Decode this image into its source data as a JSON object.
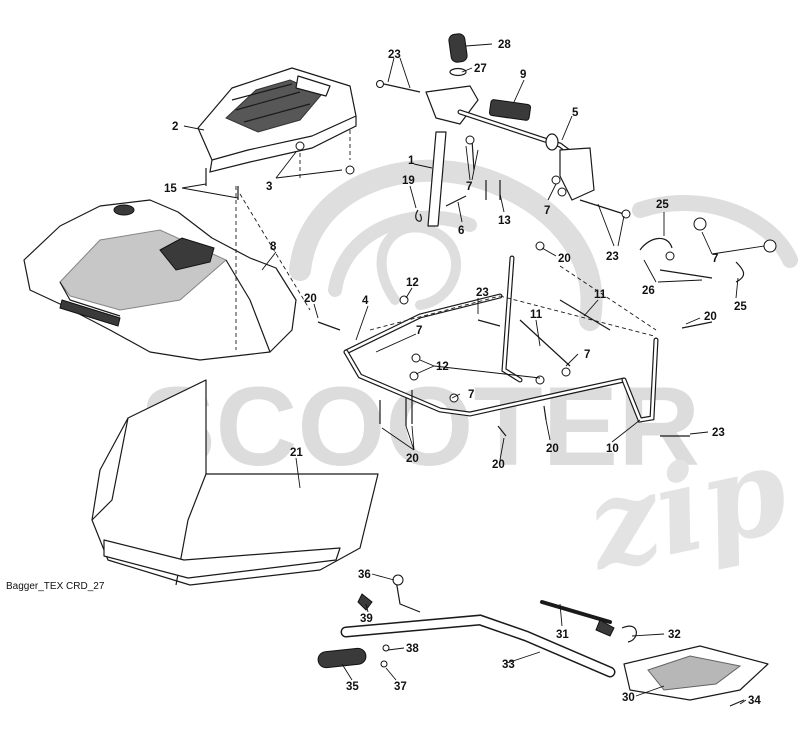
{
  "watermark": {
    "brand_text": "SCOOTER",
    "brand_script": "zip",
    "logo": "scooter-zip-logo"
  },
  "caption": "Bagger_TEX CRD_27",
  "labels": [
    {
      "id": "l28",
      "text": "28"
    },
    {
      "id": "l23a",
      "text": "23"
    },
    {
      "id": "l27",
      "text": "27"
    },
    {
      "id": "l9",
      "text": "9"
    },
    {
      "id": "l2",
      "text": "2"
    },
    {
      "id": "l5",
      "text": "5"
    },
    {
      "id": "l1",
      "text": "1"
    },
    {
      "id": "l3",
      "text": "3"
    },
    {
      "id": "l15",
      "text": "15"
    },
    {
      "id": "l19",
      "text": "19"
    },
    {
      "id": "l7a",
      "text": "7"
    },
    {
      "id": "l7b",
      "text": "7"
    },
    {
      "id": "l6",
      "text": "6"
    },
    {
      "id": "l13",
      "text": "13"
    },
    {
      "id": "l23b",
      "text": "23"
    },
    {
      "id": "l25a",
      "text": "25"
    },
    {
      "id": "l7c",
      "text": "7"
    },
    {
      "id": "l8",
      "text": "8"
    },
    {
      "id": "l20a",
      "text": "20"
    },
    {
      "id": "l12a",
      "text": "12"
    },
    {
      "id": "l20b",
      "text": "20"
    },
    {
      "id": "l26",
      "text": "26"
    },
    {
      "id": "l25b",
      "text": "25"
    },
    {
      "id": "l4",
      "text": "4"
    },
    {
      "id": "l23c",
      "text": "23"
    },
    {
      "id": "l11a",
      "text": "11"
    },
    {
      "id": "l11b",
      "text": "11"
    },
    {
      "id": "l7d",
      "text": "7"
    },
    {
      "id": "l20c",
      "text": "20"
    },
    {
      "id": "l7e",
      "text": "7"
    },
    {
      "id": "l12b",
      "text": "12"
    },
    {
      "id": "l7f",
      "text": "7"
    },
    {
      "id": "l20d",
      "text": "20"
    },
    {
      "id": "l20e",
      "text": "20"
    },
    {
      "id": "l20f",
      "text": "20"
    },
    {
      "id": "l10",
      "text": "10"
    },
    {
      "id": "l23d",
      "text": "23"
    },
    {
      "id": "l21",
      "text": "21"
    },
    {
      "id": "l36",
      "text": "36"
    },
    {
      "id": "l39",
      "text": "39"
    },
    {
      "id": "l31",
      "text": "31"
    },
    {
      "id": "l32",
      "text": "32"
    },
    {
      "id": "l38",
      "text": "38"
    },
    {
      "id": "l33",
      "text": "33"
    },
    {
      "id": "l35",
      "text": "35"
    },
    {
      "id": "l37",
      "text": "37"
    },
    {
      "id": "l30",
      "text": "30"
    },
    {
      "id": "l34",
      "text": "34"
    }
  ]
}
